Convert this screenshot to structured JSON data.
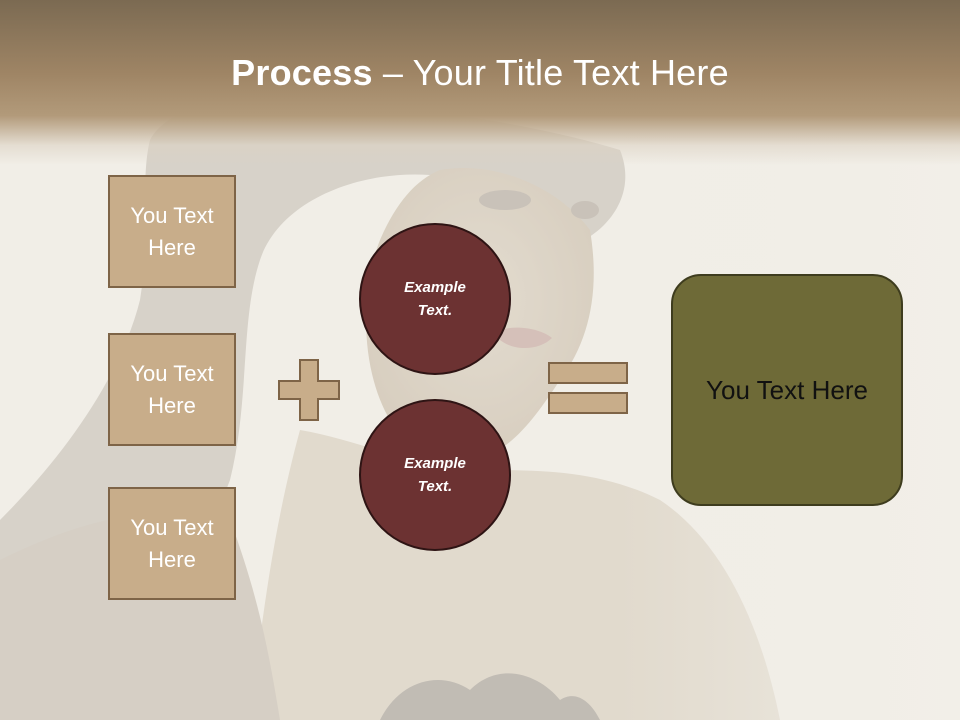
{
  "title": {
    "bold_part": "Process",
    "rest": " – Your Title Text Here"
  },
  "left_boxes": [
    {
      "label": "You Text\nHere"
    },
    {
      "label": "You Text\nHere"
    },
    {
      "label": "You Text\nHere"
    }
  ],
  "circles": [
    {
      "label": "Example\nText."
    },
    {
      "label": "Example\nText."
    }
  ],
  "result": {
    "label": "You Text Here"
  },
  "operators": {
    "plus": "plus-sign",
    "equals": "equals-sign"
  },
  "colors": {
    "title_band": "#9f8565",
    "box_fill": "#c8ad8a",
    "box_border": "#7e6447",
    "circle_fill": "#6c3232",
    "result_fill": "#6e6a37"
  }
}
